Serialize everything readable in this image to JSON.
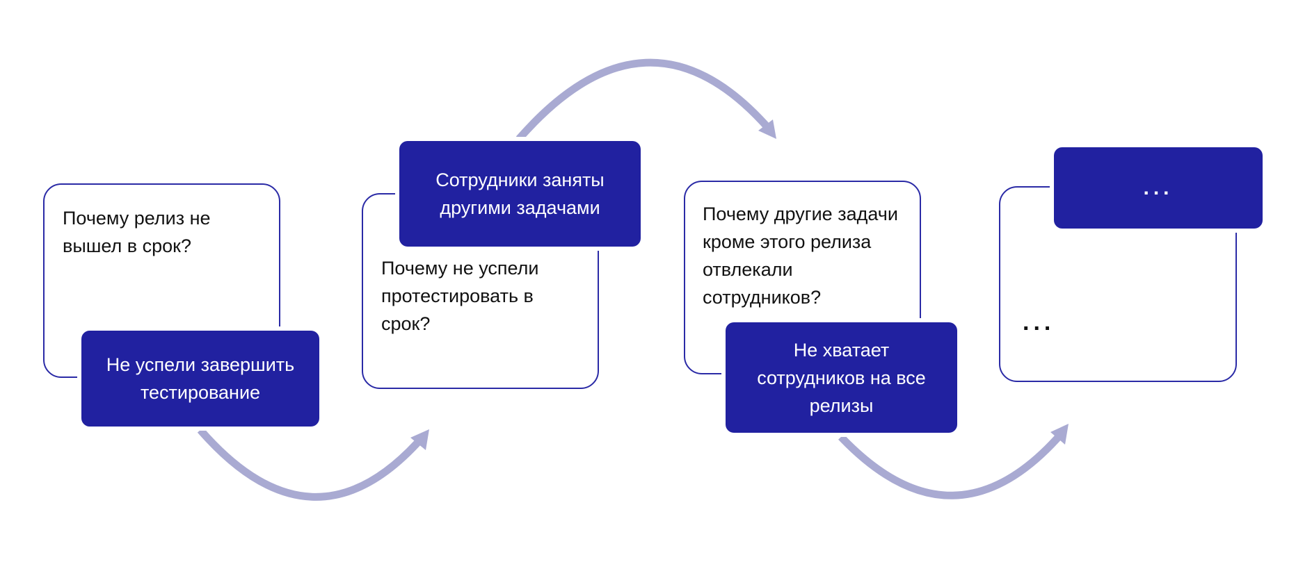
{
  "colors": {
    "accent": "#2121a0",
    "arrow": "#a9aad2"
  },
  "steps": [
    {
      "question": "Почему релиз не вышел в срок?",
      "answer": "Не успели завершить тестирование"
    },
    {
      "question": "Почему не успели протестировать в срок?",
      "answer": "Сотрудники заняты другими задачами"
    },
    {
      "question": "Почему другие задачи кроме этого релиза отвлекали сотрудников?",
      "answer": "Не хватает сотрудников на все релизы"
    },
    {
      "question": "...",
      "answer": "..."
    }
  ]
}
